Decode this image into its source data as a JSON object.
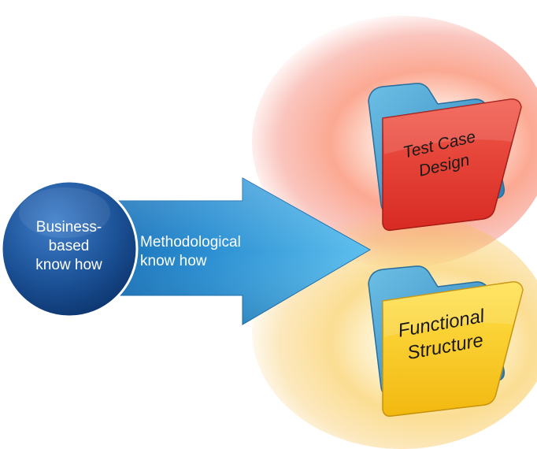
{
  "circle": {
    "label": "Business-\nbased\nknow how"
  },
  "arrow": {
    "label": "Methodological\nknow how"
  },
  "folders": [
    {
      "label": "Test Case\nDesign",
      "color": "#e8362f"
    },
    {
      "label": "Functional\nStructure",
      "color": "#f5c21c"
    }
  ],
  "colors": {
    "arrow_light": "#4fb3e8",
    "arrow_dark": "#1569b0",
    "circle_dark": "#0c3a78",
    "circle_light": "#2f6eb8",
    "folder_back": "#3b8fc2"
  }
}
